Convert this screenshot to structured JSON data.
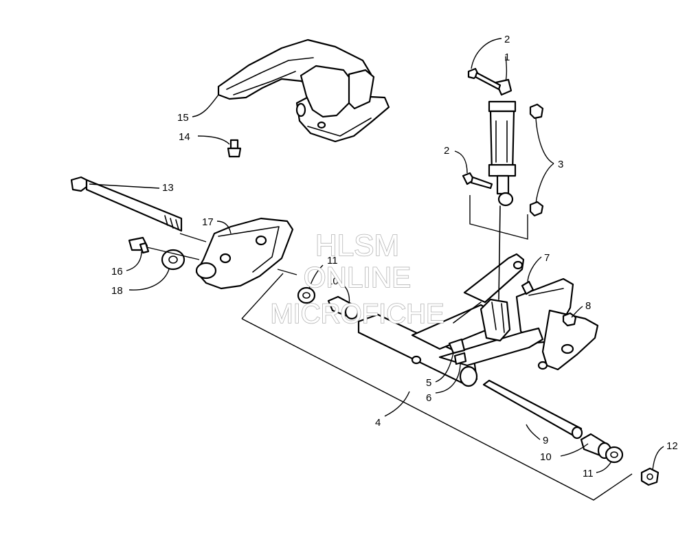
{
  "callouts": [
    {
      "id": "c1",
      "text": "1"
    },
    {
      "id": "c2a",
      "text": "2"
    },
    {
      "id": "c2b",
      "text": "2"
    },
    {
      "id": "c3",
      "text": "3"
    },
    {
      "id": "c4",
      "text": "4"
    },
    {
      "id": "c5",
      "text": "5"
    },
    {
      "id": "c6",
      "text": "6"
    },
    {
      "id": "c7",
      "text": "7"
    },
    {
      "id": "c8",
      "text": "8"
    },
    {
      "id": "c9",
      "text": "9"
    },
    {
      "id": "c10a",
      "text": "10"
    },
    {
      "id": "c10b",
      "text": "10"
    },
    {
      "id": "c11a",
      "text": "11"
    },
    {
      "id": "c11b",
      "text": "11"
    },
    {
      "id": "c12",
      "text": "12"
    },
    {
      "id": "c13",
      "text": "13"
    },
    {
      "id": "c14",
      "text": "14"
    },
    {
      "id": "c15",
      "text": "15"
    },
    {
      "id": "c16",
      "text": "16"
    },
    {
      "id": "c17",
      "text": "17"
    },
    {
      "id": "c18",
      "text": "18"
    }
  ],
  "watermark": {
    "line1": "HLSM",
    "line2": "ONLINE",
    "line3": "MICROFICHE"
  },
  "colors": {
    "line": "#000000",
    "background": "#ffffff",
    "watermark_outline": "#b3b3b3"
  }
}
